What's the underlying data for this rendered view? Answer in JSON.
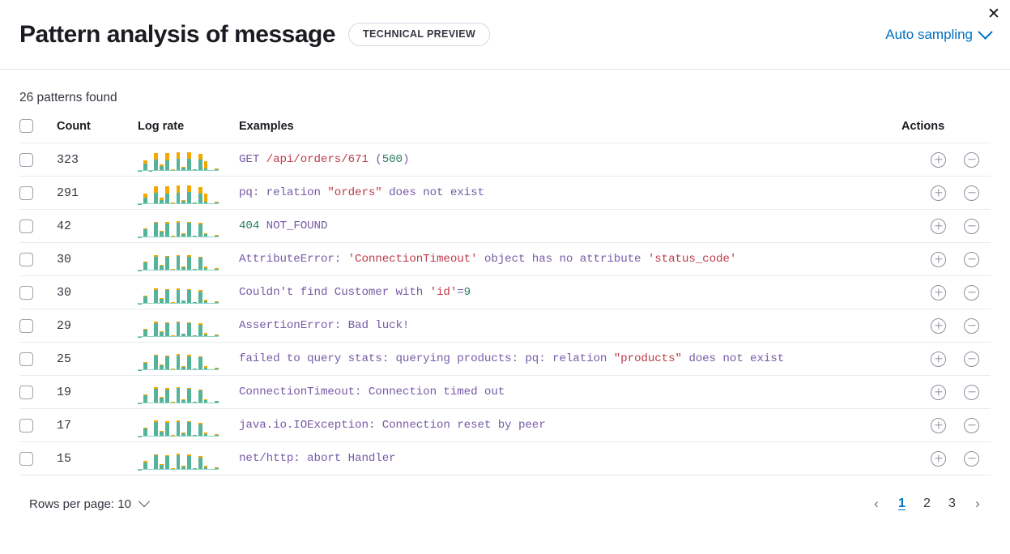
{
  "header": {
    "title": "Pattern analysis of message",
    "badge": "TECHNICAL PREVIEW",
    "sampling_label": "Auto sampling",
    "close_glyph": "✕",
    "accent_color": "#0071c2"
  },
  "summary": {
    "patterns_found": "26 patterns found"
  },
  "table": {
    "columns": {
      "count": "Count",
      "log_rate": "Log rate",
      "examples": "Examples",
      "actions": "Actions"
    },
    "rows": [
      {
        "count": "323",
        "example_tokens": [
          {
            "t": "GET ",
            "c": "tk-def"
          },
          {
            "t": "/api/orders/671",
            "c": "tk-str"
          },
          {
            "t": " (",
            "c": "tk-def"
          },
          {
            "t": "500",
            "c": "tk-num"
          },
          {
            "t": ")",
            "c": "tk-def"
          }
        ],
        "example_text": "GET /api/orders/671 (500)",
        "sparkline": {
          "green": [
            2,
            38,
            2,
            62,
            26,
            58,
            6,
            64,
            16,
            66,
            8,
            60,
            14,
            4,
            8
          ],
          "orange": [
            0,
            18,
            2,
            34,
            10,
            36,
            4,
            36,
            6,
            34,
            2,
            32,
            40,
            2,
            6
          ]
        }
      },
      {
        "count": "291",
        "example_tokens": [
          {
            "t": "pq: relation ",
            "c": "tk-def"
          },
          {
            "t": "\"orders\"",
            "c": "tk-str"
          },
          {
            "t": " does not exist",
            "c": "tk-def"
          }
        ],
        "example_text": "pq: relation \"orders\" does not exist",
        "sparkline": {
          "green": [
            2,
            36,
            3,
            60,
            24,
            56,
            6,
            62,
            16,
            64,
            8,
            58,
            13,
            4,
            8
          ],
          "orange": [
            0,
            20,
            2,
            36,
            12,
            38,
            4,
            38,
            6,
            36,
            2,
            34,
            42,
            2,
            6
          ]
        }
      },
      {
        "count": "42",
        "example_tokens": [
          {
            "t": "404",
            "c": "tk-num"
          },
          {
            "t": " NOT_FOUND",
            "c": "tk-def"
          }
        ],
        "example_text": "404 NOT_FOUND",
        "sparkline": {
          "green": [
            2,
            44,
            3,
            78,
            30,
            76,
            6,
            80,
            18,
            78,
            8,
            70,
            16,
            4,
            10
          ],
          "orange": [
            0,
            5,
            1,
            6,
            4,
            6,
            2,
            7,
            3,
            6,
            2,
            8,
            6,
            1,
            3
          ]
        }
      },
      {
        "count": "30",
        "example_tokens": [
          {
            "t": "AttributeError: ",
            "c": "tk-def"
          },
          {
            "t": "'ConnectionTimeout'",
            "c": "tk-str"
          },
          {
            "t": " object has no attribute ",
            "c": "tk-def"
          },
          {
            "t": "'status_code'",
            "c": "tk-str"
          }
        ],
        "example_text": "AttributeError: 'ConnectionTimeout' object has no attribute 'status_code'",
        "sparkline": {
          "green": [
            2,
            42,
            3,
            76,
            28,
            74,
            6,
            78,
            17,
            76,
            8,
            68,
            15,
            4,
            10
          ],
          "orange": [
            0,
            5,
            1,
            7,
            4,
            6,
            2,
            7,
            3,
            6,
            2,
            7,
            6,
            1,
            3
          ]
        }
      },
      {
        "count": "30",
        "example_tokens": [
          {
            "t": "Couldn't find Customer with ",
            "c": "tk-def"
          },
          {
            "t": "'id'",
            "c": "tk-str"
          },
          {
            "t": "=",
            "c": "tk-def"
          },
          {
            "t": "9",
            "c": "tk-num"
          }
        ],
        "example_text": "Couldn't find Customer with 'id'=9",
        "sparkline": {
          "green": [
            2,
            40,
            3,
            74,
            26,
            72,
            6,
            76,
            16,
            74,
            8,
            66,
            14,
            4,
            9
          ],
          "orange": [
            0,
            5,
            1,
            7,
            4,
            6,
            2,
            7,
            3,
            6,
            2,
            7,
            6,
            1,
            3
          ]
        }
      },
      {
        "count": "29",
        "example_tokens": [
          {
            "t": "AssertionError: Bad luck!",
            "c": "tk-def"
          }
        ],
        "example_text": "AssertionError: Bad luck!",
        "sparkline": {
          "green": [
            2,
            40,
            3,
            76,
            26,
            72,
            6,
            78,
            16,
            74,
            8,
            66,
            15,
            4,
            9
          ],
          "orange": [
            0,
            5,
            1,
            7,
            4,
            5,
            2,
            7,
            3,
            6,
            2,
            7,
            6,
            1,
            3
          ]
        }
      },
      {
        "count": "25",
        "example_tokens": [
          {
            "t": "failed to query stats: querying products: pq: relation ",
            "c": "tk-def"
          },
          {
            "t": "\"products\"",
            "c": "tk-str"
          },
          {
            "t": " does not exist",
            "c": "tk-def"
          }
        ],
        "example_text": "failed to query stats: querying products: pq: relation \"products\" does not exist",
        "sparkline": {
          "green": [
            2,
            40,
            3,
            78,
            28,
            74,
            6,
            80,
            18,
            76,
            8,
            68,
            14,
            4,
            10
          ],
          "orange": [
            0,
            5,
            1,
            6,
            4,
            6,
            2,
            7,
            3,
            6,
            2,
            7,
            6,
            1,
            3
          ]
        }
      },
      {
        "count": "19",
        "example_tokens": [
          {
            "t": "ConnectionTimeout: Connection timed out",
            "c": "tk-def"
          }
        ],
        "example_text": "ConnectionTimeout: Connection timed out",
        "sparkline": {
          "green": [
            2,
            44,
            3,
            80,
            30,
            76,
            6,
            82,
            18,
            80,
            8,
            68,
            16,
            4,
            11
          ],
          "orange": [
            0,
            4,
            1,
            6,
            3,
            5,
            2,
            6,
            3,
            5,
            2,
            6,
            5,
            1,
            2
          ]
        }
      },
      {
        "count": "17",
        "example_tokens": [
          {
            "t": "java.io.IOException: Connection reset by peer",
            "c": "tk-def"
          }
        ],
        "example_text": "java.io.IOException: Connection reset by peer",
        "sparkline": {
          "green": [
            2,
            42,
            3,
            80,
            28,
            76,
            6,
            80,
            18,
            78,
            8,
            66,
            15,
            4,
            10
          ],
          "orange": [
            0,
            5,
            1,
            6,
            3,
            5,
            2,
            6,
            3,
            5,
            2,
            6,
            5,
            1,
            3
          ]
        }
      },
      {
        "count": "15",
        "example_tokens": [
          {
            "t": "net/http: abort Handler",
            "c": "tk-def"
          }
        ],
        "example_text": "net/http: abort Handler",
        "sparkline": {
          "green": [
            2,
            40,
            3,
            78,
            26,
            74,
            6,
            80,
            17,
            76,
            8,
            66,
            14,
            4,
            9
          ],
          "orange": [
            0,
            6,
            1,
            7,
            4,
            6,
            2,
            7,
            3,
            6,
            2,
            7,
            6,
            1,
            3
          ]
        }
      }
    ],
    "row_actions": {
      "add": "add-filter",
      "remove": "remove-filter"
    },
    "sparkline_colors": {
      "green": "#54b399",
      "orange": "#f5a700"
    }
  },
  "footer": {
    "rows_per_page": "Rows per page: 10",
    "prev_glyph": "‹",
    "next_glyph": "›",
    "pages": [
      "1",
      "2",
      "3"
    ],
    "active_page": "1"
  }
}
